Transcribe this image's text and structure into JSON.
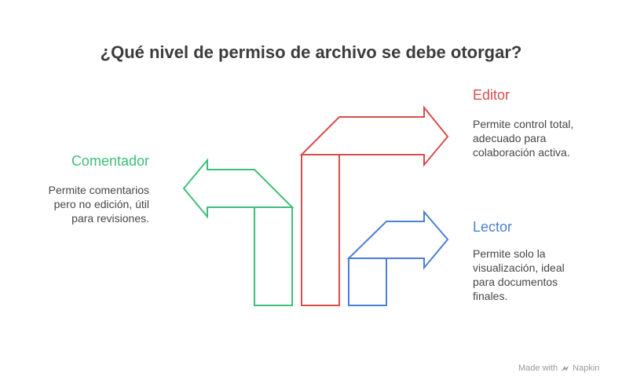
{
  "title": "¿Qué nivel de permiso de archivo se debe otorgar?",
  "options": [
    {
      "label": "Editor",
      "color": "#d94c4c",
      "description": [
        "Permite control total,",
        "adecuado para",
        "colaboración activa."
      ]
    },
    {
      "label": "Comentador",
      "color": "#3dbf7a",
      "description": [
        "Permite comentarios",
        "pero no edición, útil",
        "para revisiones."
      ]
    },
    {
      "label": "Lector",
      "color": "#4a7fd4",
      "description": [
        "Permite solo la",
        "visualización, ideal",
        "para documentos",
        "finales."
      ]
    }
  ],
  "branding": {
    "made_with": "Made with",
    "brand": "Napkin",
    "icon": "napkin-logo-icon"
  }
}
